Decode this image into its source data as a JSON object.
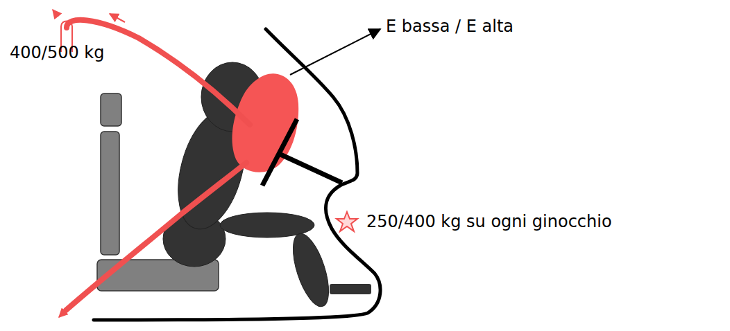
{
  "diagram": {
    "labels": [
      "400/500 kg",
      "E bassa / E alta",
      "250/400 kg su ogni ginocchio"
    ]
  }
}
